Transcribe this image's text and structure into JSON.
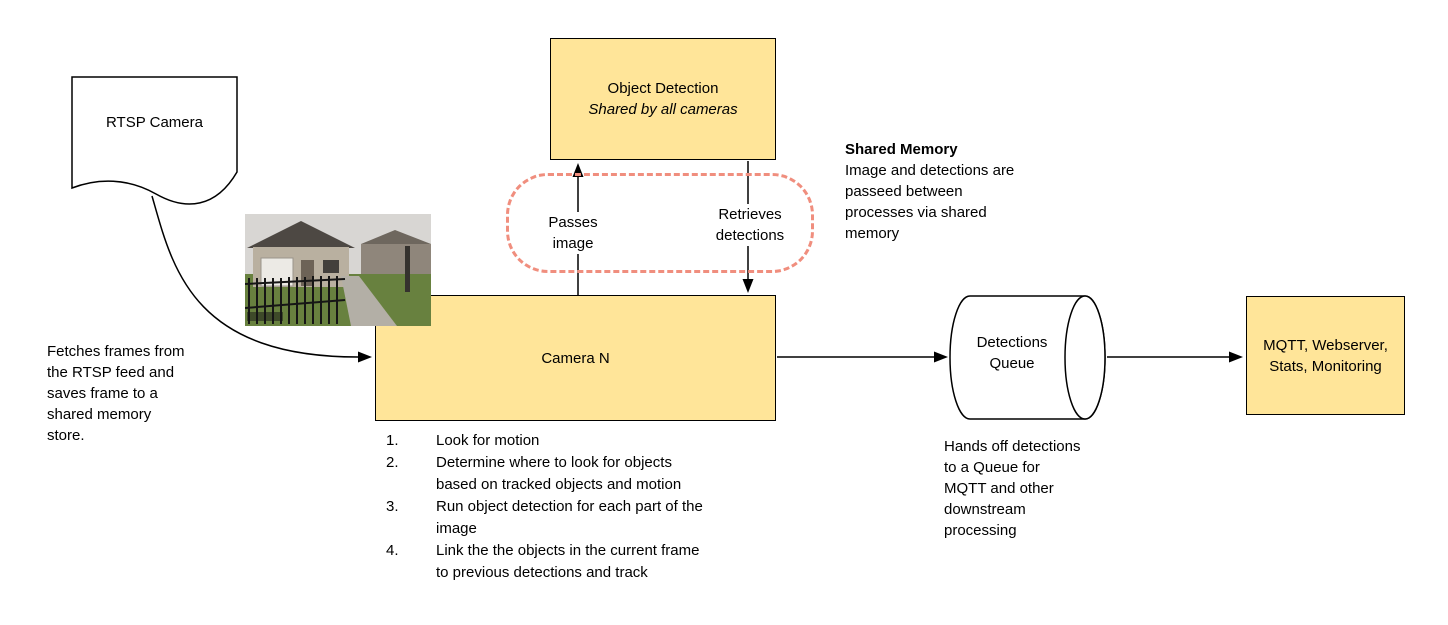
{
  "colors": {
    "node_fill": "#ffe599",
    "node_border": "#000000",
    "shared_memory_dash": "#f08e7e",
    "connector": "#000000",
    "background": "#ffffff"
  },
  "nodes": {
    "rtsp_camera": {
      "label": "RTSP Camera"
    },
    "object_detection": {
      "title": "Object Detection",
      "subtitle": "Shared by all cameras"
    },
    "camera_n": {
      "label": "Camera N",
      "steps": [
        {
          "num": "1.",
          "text": "Look for motion"
        },
        {
          "num": "2.",
          "text": "Determine where to look for objects\nbased on tracked objects and motion"
        },
        {
          "num": "3.",
          "text": "Run object detection for each part of the\nimage"
        },
        {
          "num": "4.",
          "text": "Link the the objects in the current frame\nto previous detections and track"
        }
      ]
    },
    "detections_queue": {
      "label": "Detections Queue"
    },
    "outputs": {
      "label": "MQTT, Webserver, Stats, Monitoring"
    }
  },
  "edges": {
    "passes_image": "Passes\nimage",
    "retrieves_detections": "Retrieves\ndetections"
  },
  "notes": {
    "fetch": "Fetches frames from\nthe RTSP feed and\nsaves frame to a\nshared memory\nstore.",
    "shared_memory": {
      "title": "Shared Memory",
      "body": "Image and detections are\npasseed between\nprocesses via shared\nmemory"
    },
    "queue": "Hands off detections\nto a Queue for\nMQTT and other\ndownstream\nprocessing"
  }
}
